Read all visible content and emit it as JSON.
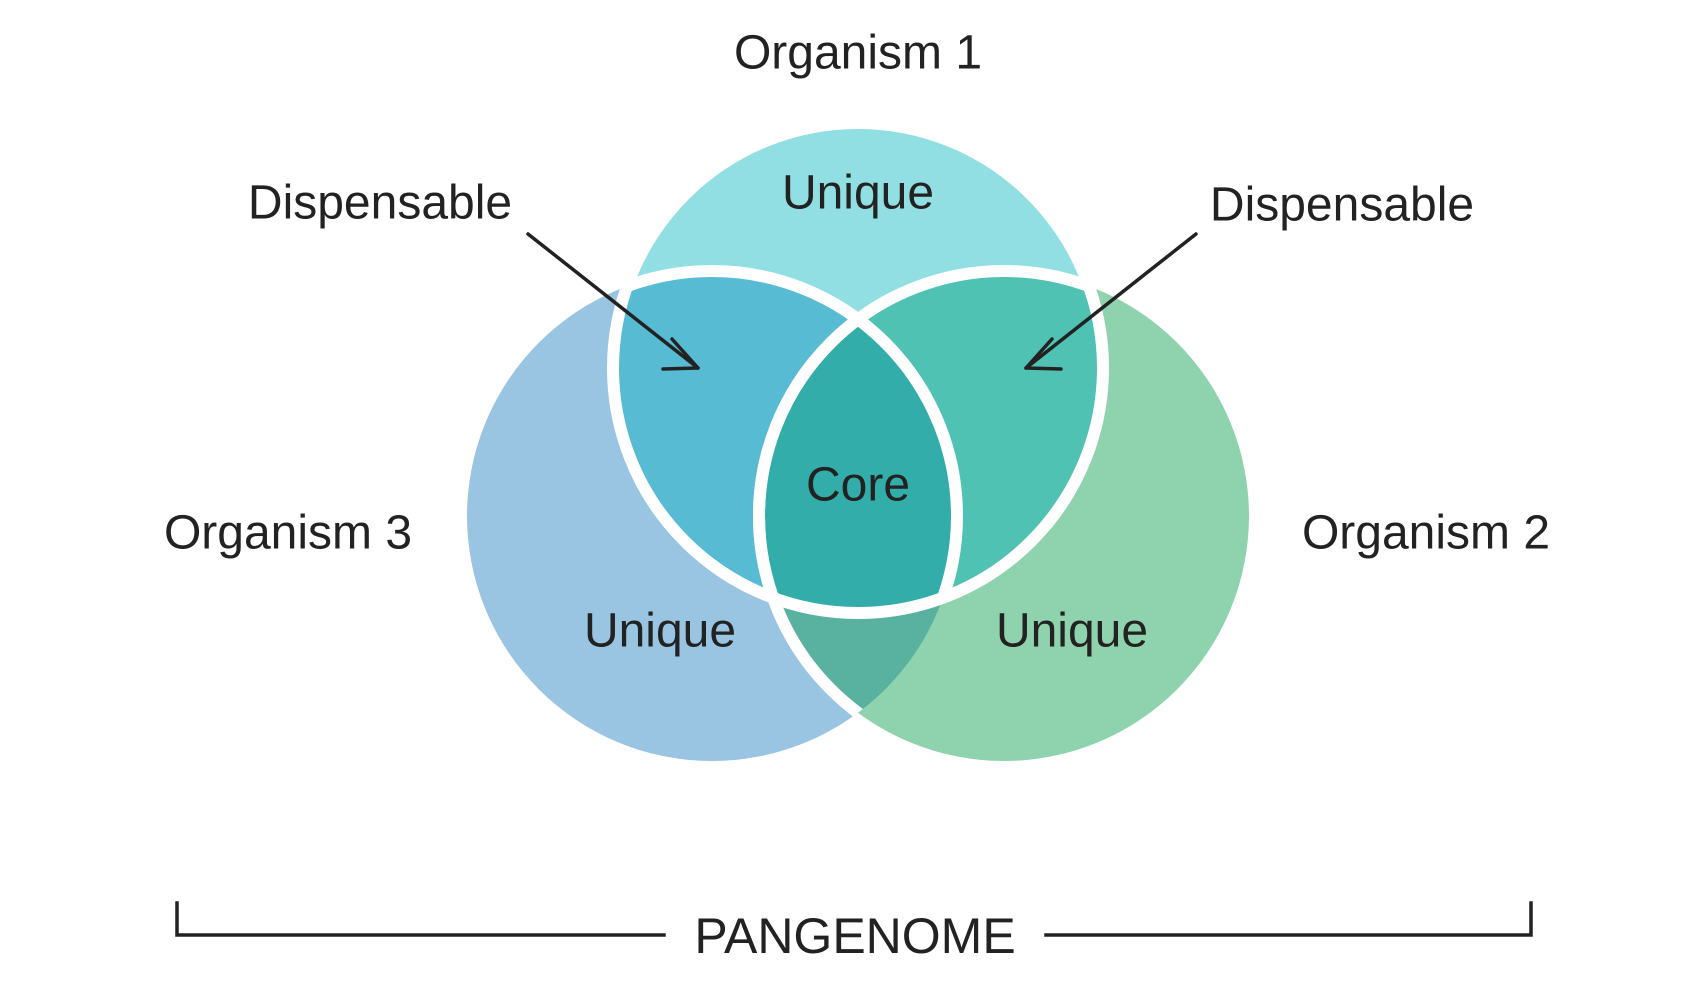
{
  "venn": {
    "organisms": {
      "top": "Organism 1",
      "right": "Organism 2",
      "left": "Organism 3"
    },
    "regions": {
      "unique_top": "Unique",
      "unique_left": "Unique",
      "unique_right": "Unique",
      "core": "Core"
    },
    "callouts": {
      "dispensable_left": "Dispensable",
      "dispensable_right": "Dispensable"
    },
    "bracket_label": "PANGENOME",
    "colors": {
      "organism1": "#92dfe3",
      "organism2": "#8fd3ae",
      "organism3": "#99c5e3",
      "overlap_1_3": "#57bbd4",
      "overlap_1_2": "#50c2b4",
      "overlap_2_3": "#58b29f",
      "core": "#33ada9",
      "outline": "#ffffff",
      "text": "#222222"
    }
  }
}
